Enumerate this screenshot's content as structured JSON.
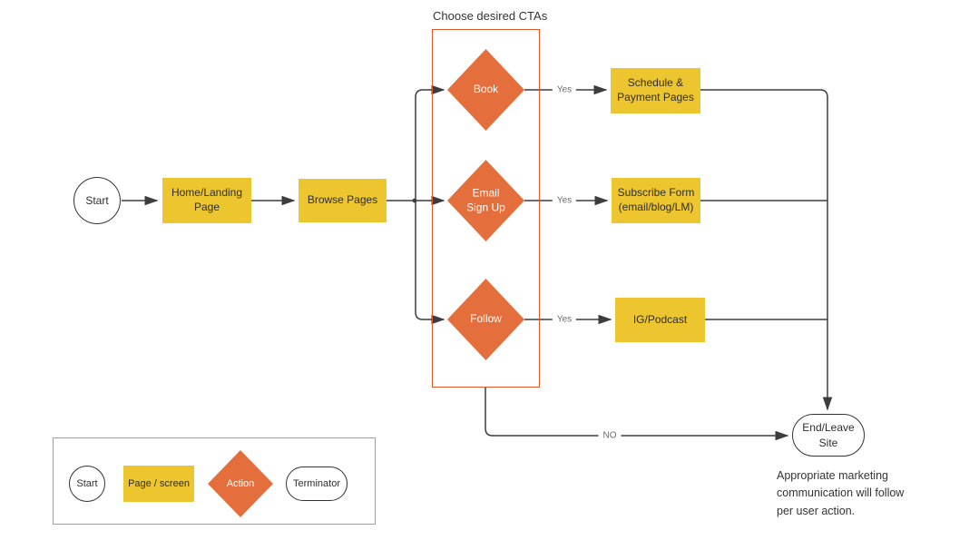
{
  "container": {
    "title": "Choose desired CTAs"
  },
  "nodes": {
    "start": {
      "label": "Start",
      "type": "start"
    },
    "home": {
      "label": "Home/Landing Page",
      "type": "page"
    },
    "browse": {
      "label": "Browse Pages",
      "type": "page"
    },
    "book": {
      "label": "Book",
      "type": "action"
    },
    "email_signup": {
      "label": "Email Sign Up",
      "type": "action"
    },
    "follow": {
      "label": "Follow",
      "type": "action"
    },
    "schedule": {
      "label": "Schedule & Payment Pages",
      "type": "page"
    },
    "subscribe": {
      "label": "Subscribe Form (email/blog/LM)",
      "type": "page"
    },
    "ig_podcast": {
      "label": "IG/Podcast",
      "type": "page"
    },
    "end": {
      "label": "End/Leave Site",
      "type": "terminator"
    }
  },
  "edges": {
    "book_yes": "Yes",
    "email_yes": "Yes",
    "follow_yes": "Yes",
    "no": "NO"
  },
  "legend": {
    "start": "Start",
    "page": "Page / screen",
    "action": "Action",
    "terminator": "Terminator"
  },
  "note": "Appropriate marketing communication will follow per user action.",
  "colors": {
    "page_fill": "#ECC52F",
    "action_fill": "#E56F3C",
    "cta_container_border": "#E2572B",
    "connector": "#3D3D3D",
    "edge_label_text": "#6B6B6B",
    "node_text_dark": "#2E2E2E",
    "action_text": "#FFFFFF",
    "legend_border": "#9E9E9E"
  }
}
